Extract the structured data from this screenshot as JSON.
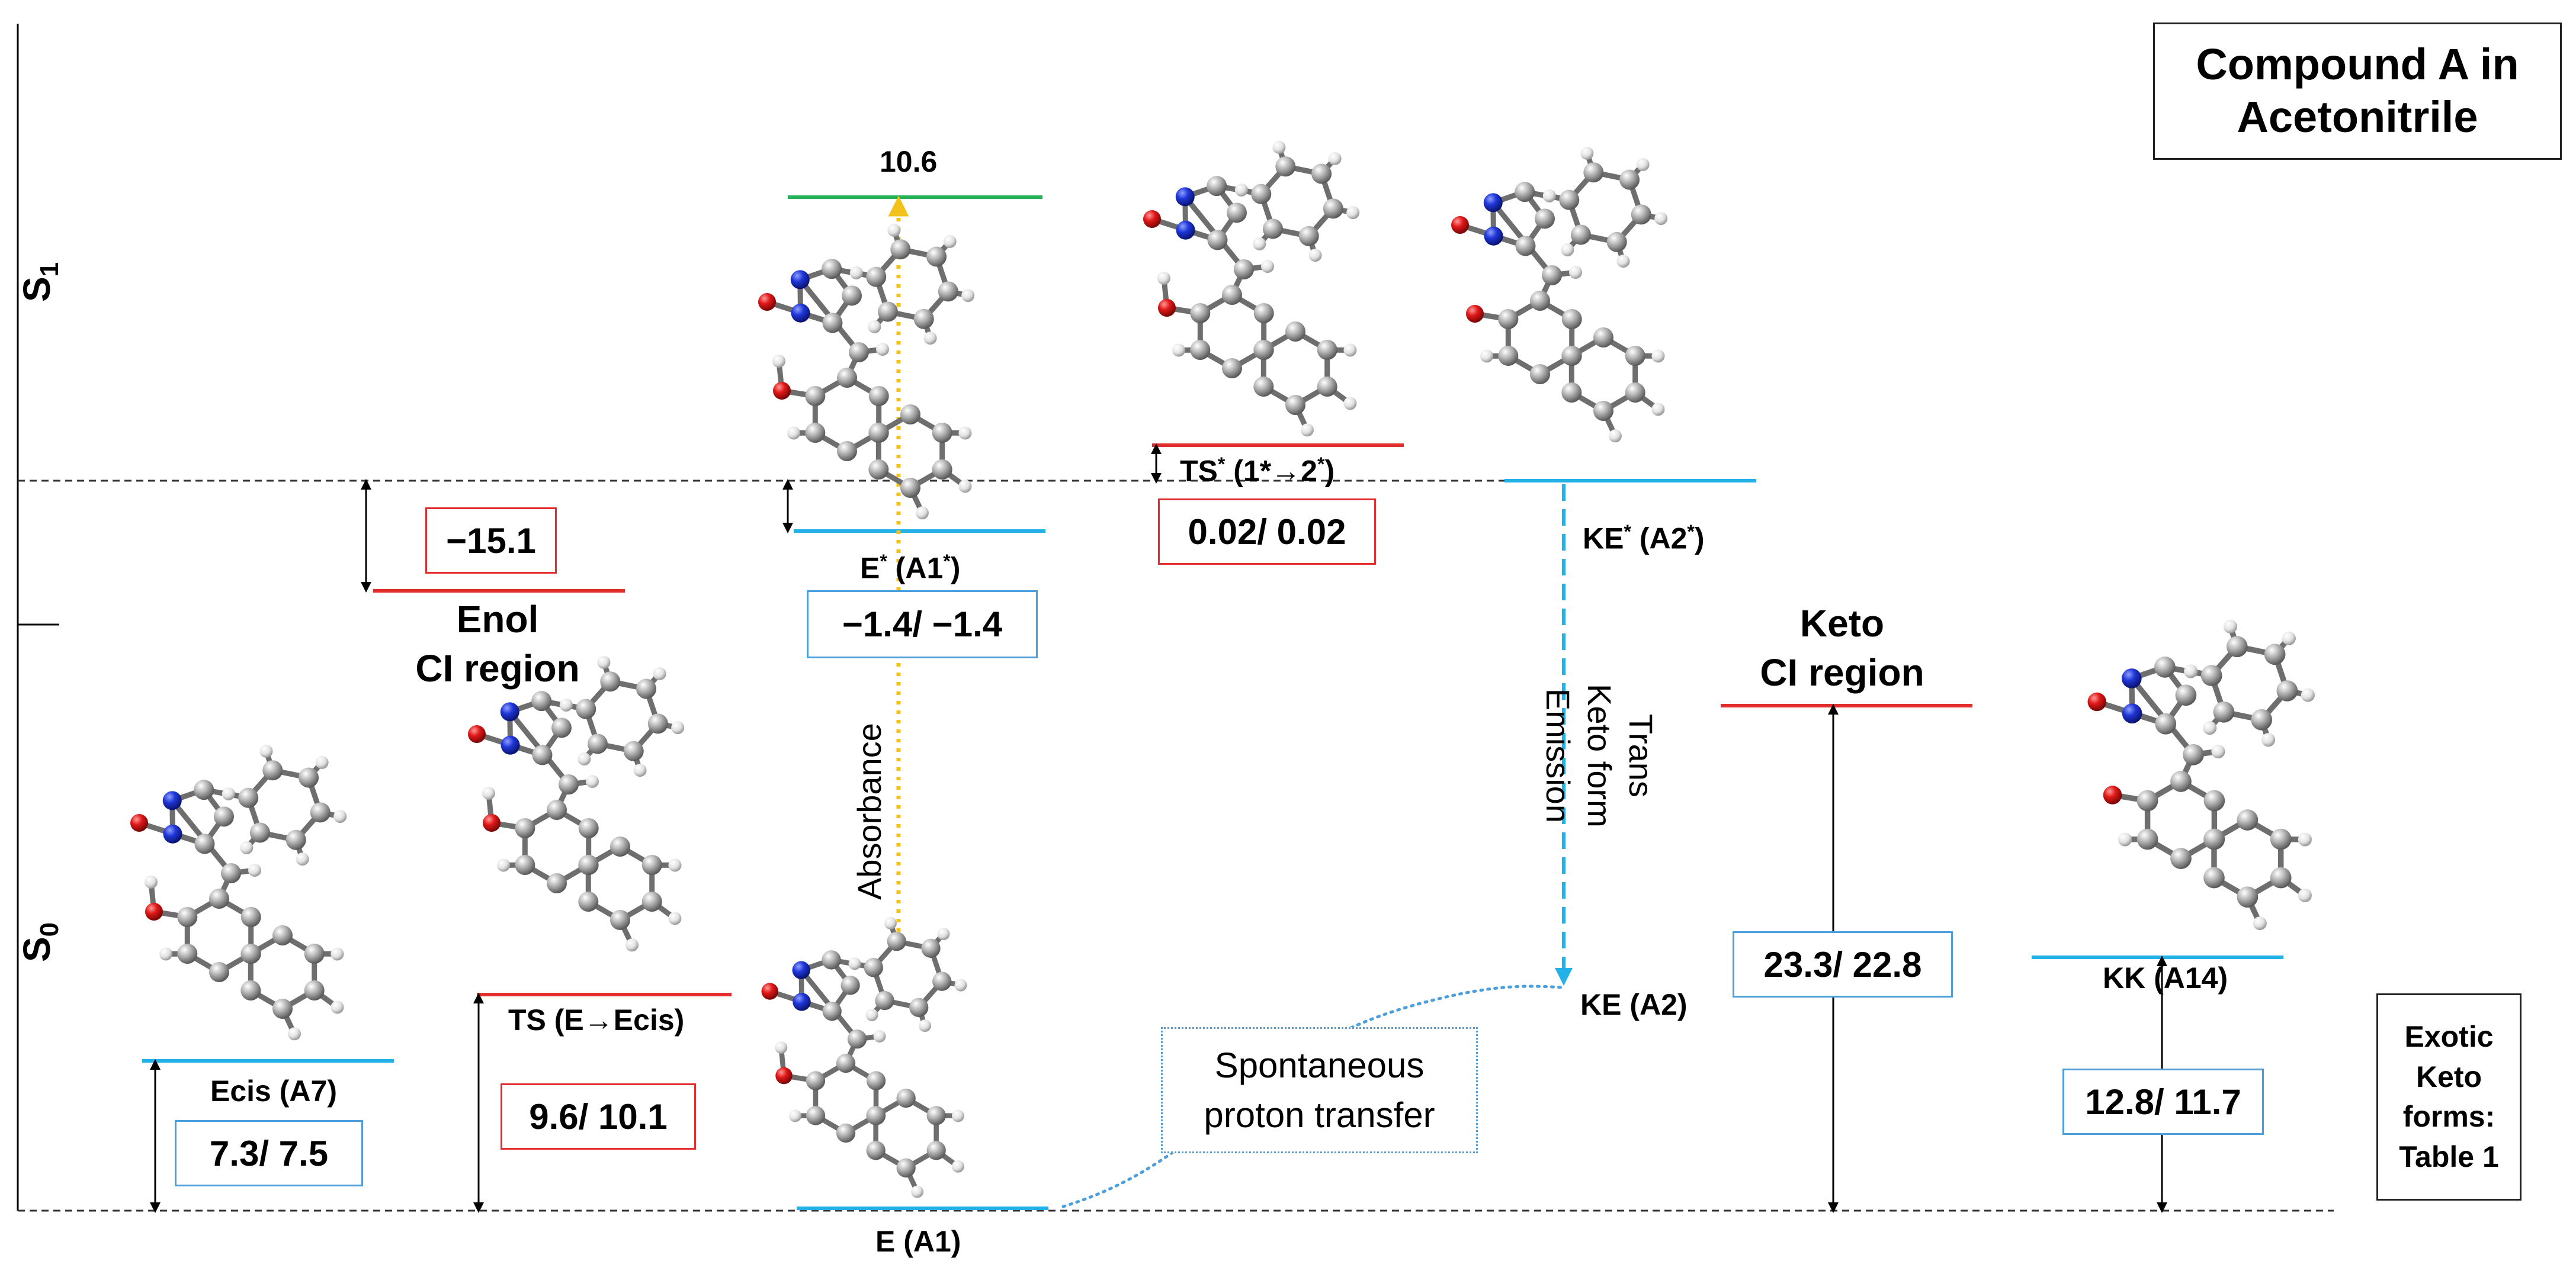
{
  "title": {
    "line1": "Compound A in",
    "line2": "Acetonitrile"
  },
  "axes": {
    "s1": "S",
    "s1_sub": "1",
    "s0": "S",
    "s0_sub": "0"
  },
  "levels": {
    "top_s1": "10.6",
    "e_star": {
      "label": "E",
      "sup": "*",
      "paren": " (A1",
      "paren_sup": "*",
      "close": ")",
      "value": "−1.4/ −1.4"
    },
    "ts_star": {
      "label": "TS",
      "sup": "*",
      "mid": " (1*",
      "arrow": "→",
      "end": "2",
      "end_sup": "*",
      "close": ")",
      "value": "0.02/ 0.02"
    },
    "ke_star": {
      "label": "KE",
      "sup": "*",
      "paren": " (A2",
      "paren_sup": "*",
      "close": ")"
    },
    "enol_ci": {
      "value": "−15.1",
      "line1": "Enol",
      "line2": "CI region"
    },
    "keto_ci": {
      "line1": "Keto",
      "line2": "CI region",
      "value": "23.3/ 22.8"
    },
    "ecis": {
      "label": "Ecis (A7)",
      "value": "7.3/ 7.5"
    },
    "ts_e": {
      "label": "TS (E",
      "arrow": "→",
      "end": "Ecis)",
      "value": "9.6/ 10.1"
    },
    "e_a1": {
      "label": "E (A1)"
    },
    "ke_a2": {
      "label": "KE (A2)"
    },
    "kk": {
      "label": "KK (A14)",
      "value": "12.8/ 11.7"
    }
  },
  "annotations": {
    "absorbance": "Absorbance",
    "emission_lines": [
      "Trans",
      "Keto form",
      "Emission"
    ],
    "spontaneous": [
      "Spontaneous",
      "proton transfer"
    ],
    "exotic": [
      "Exotic",
      "Keto",
      "forms:",
      "Table 1"
    ]
  },
  "colors": {
    "ground_level": "#23b2e8",
    "ci_level": "#e22d2d",
    "top_level": "#26b35a",
    "absorbance": "#f2c21b",
    "emission": "#23b2e8",
    "carbon": "#8f8f8f",
    "nitrogen": "#1428c8",
    "oxygen": "#d41414",
    "hydrogen": "#e6e6e6"
  }
}
